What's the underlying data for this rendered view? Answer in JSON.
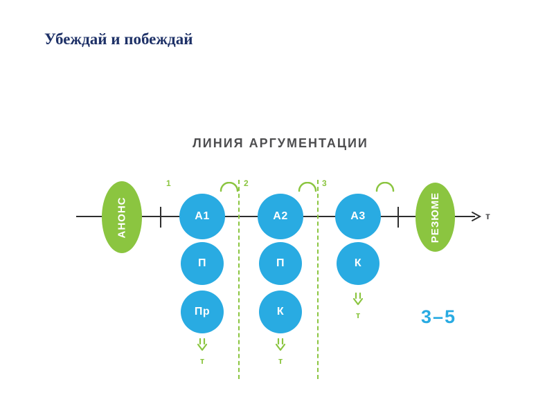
{
  "slide": {
    "title": "Убеждай и побеждай"
  },
  "diagram": {
    "title": "ЛИНИЯ АРГУМЕНТАЦИИ",
    "timeline": {
      "start": "АНОНС",
      "end": "РЕЗЮМЕ",
      "axis": "т"
    },
    "markers": [
      "1",
      "2",
      "3"
    ],
    "columns": [
      {
        "top": "А1",
        "mid": "П",
        "bottom": "Пр",
        "arrow": "т"
      },
      {
        "top": "А2",
        "mid": "П",
        "bottom": "К",
        "arrow": "т"
      },
      {
        "top": "А3",
        "mid": "К",
        "arrow": "т"
      }
    ],
    "annotation": "3–5",
    "colors": {
      "green": "#8bc540",
      "blue": "#29abe2",
      "navy": "#1e3167",
      "gray": "#4d4d4f"
    }
  }
}
